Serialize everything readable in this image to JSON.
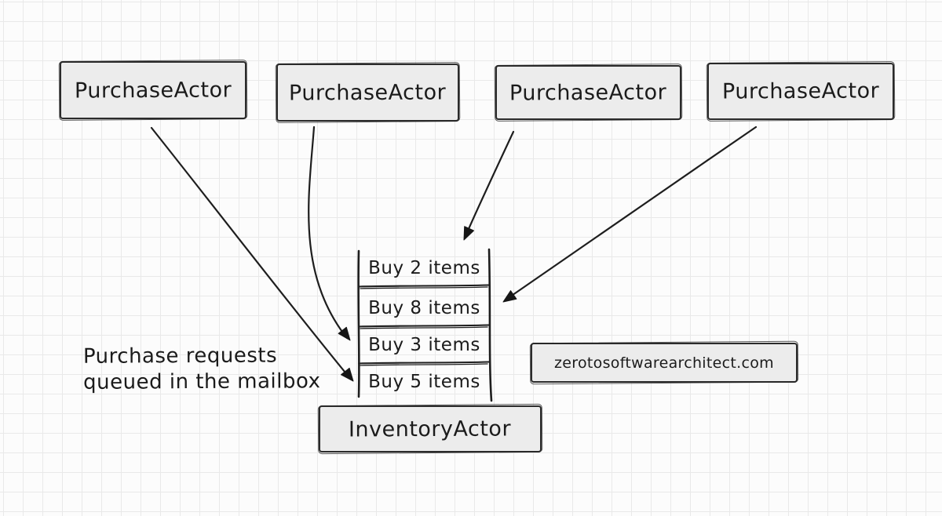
{
  "diagram": {
    "actors": [
      {
        "label": "PurchaseActor"
      },
      {
        "label": "PurchaseActor"
      },
      {
        "label": "PurchaseActor"
      },
      {
        "label": "PurchaseActor"
      }
    ],
    "mailbox": {
      "items": [
        "Buy 2 items",
        "Buy 8 items",
        "Buy 3 items",
        "Buy 5 items"
      ]
    },
    "inventory_actor": {
      "label": "InventoryActor"
    },
    "caption": {
      "line1": "Purchase requests",
      "line2": "queued in the mailbox"
    },
    "watermark": {
      "label": "zerotosoftwarearchitect.com"
    },
    "colors": {
      "stroke": "#1e1e1e",
      "box_fill": "#ececec",
      "background": "#fcfcfc",
      "grid": "#e9e9e9"
    }
  }
}
